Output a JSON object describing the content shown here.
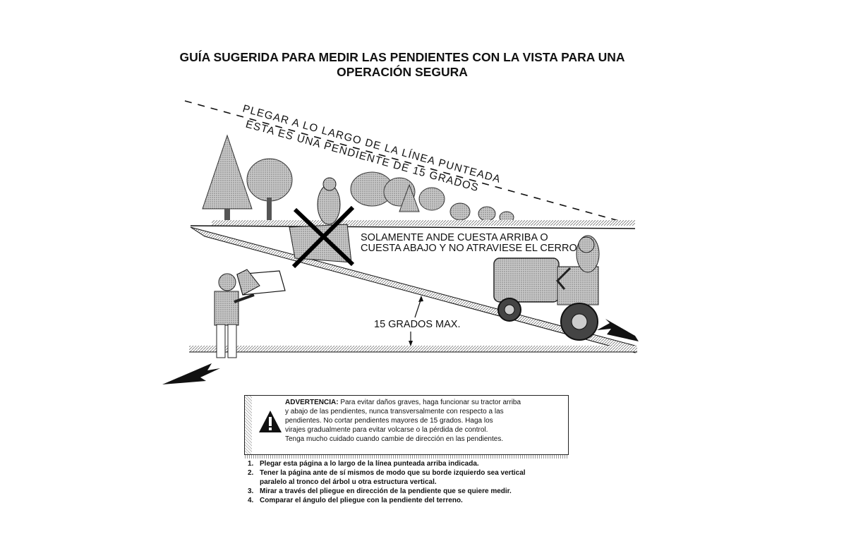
{
  "title": {
    "line1": "GUÍA SUGERIDA PARA MEDIR LAS PENDIENTES CON LA VISTA PARA UNA",
    "line2": "OPERACIÓN SEGURA"
  },
  "illustration": {
    "fold_label": "PLEGAR A LO LARGO DE LA LÍNEA PUNTEADA",
    "slope_label": "ESTA ES UNA PENDIENTE DE 15 GRADOS",
    "instruction_line1": "SOLAMENTE ANDE CUESTA ARRIBA O",
    "instruction_line2": "CUESTA ABAJO Y NO ATRAVIESE EL CERRO",
    "max_angle_label": "15 GRADOS MAX.",
    "slope_angle_degrees": 15
  },
  "warning": {
    "lead": "ADVERTENCIA:",
    "lines": [
      " Para evitar daños graves, haga funcionar su tractor arriba",
      "y abajo de las pendientes, nunca transversalmente con respecto a las",
      "pendientes. No cortar pendientes mayores de 15 grados. Haga los",
      "virajes gradualmente para evitar volcarse o la pérdida de control.",
      "Tenga mucho cuidado cuando cambie de dirección en las pendientes."
    ]
  },
  "steps": [
    {
      "num": "1.",
      "lines": [
        "Plegar esta página a lo largo de la línea punteada arriba indicada."
      ]
    },
    {
      "num": "2.",
      "lines": [
        "Tener la página ante de sí mismos de modo que su borde izquierdo sea vertical",
        "paralelo al tronco del árbol u otra estructura vertical."
      ]
    },
    {
      "num": "3.",
      "lines": [
        "Mirar a través del pliegue en dirección de la pendiente que se quiere medir."
      ]
    },
    {
      "num": "4.",
      "lines": [
        "Comparar el ángulo del pliegue con la pendiente del terreno."
      ]
    }
  ],
  "colors": {
    "ink": "#111111",
    "shade": "#9a9a9a",
    "foliage": "#a8a8a8",
    "paper": "#ffffff"
  },
  "icons": [
    "warning-triangle-icon",
    "no-cross-icon",
    "direction-arrow-icon"
  ]
}
